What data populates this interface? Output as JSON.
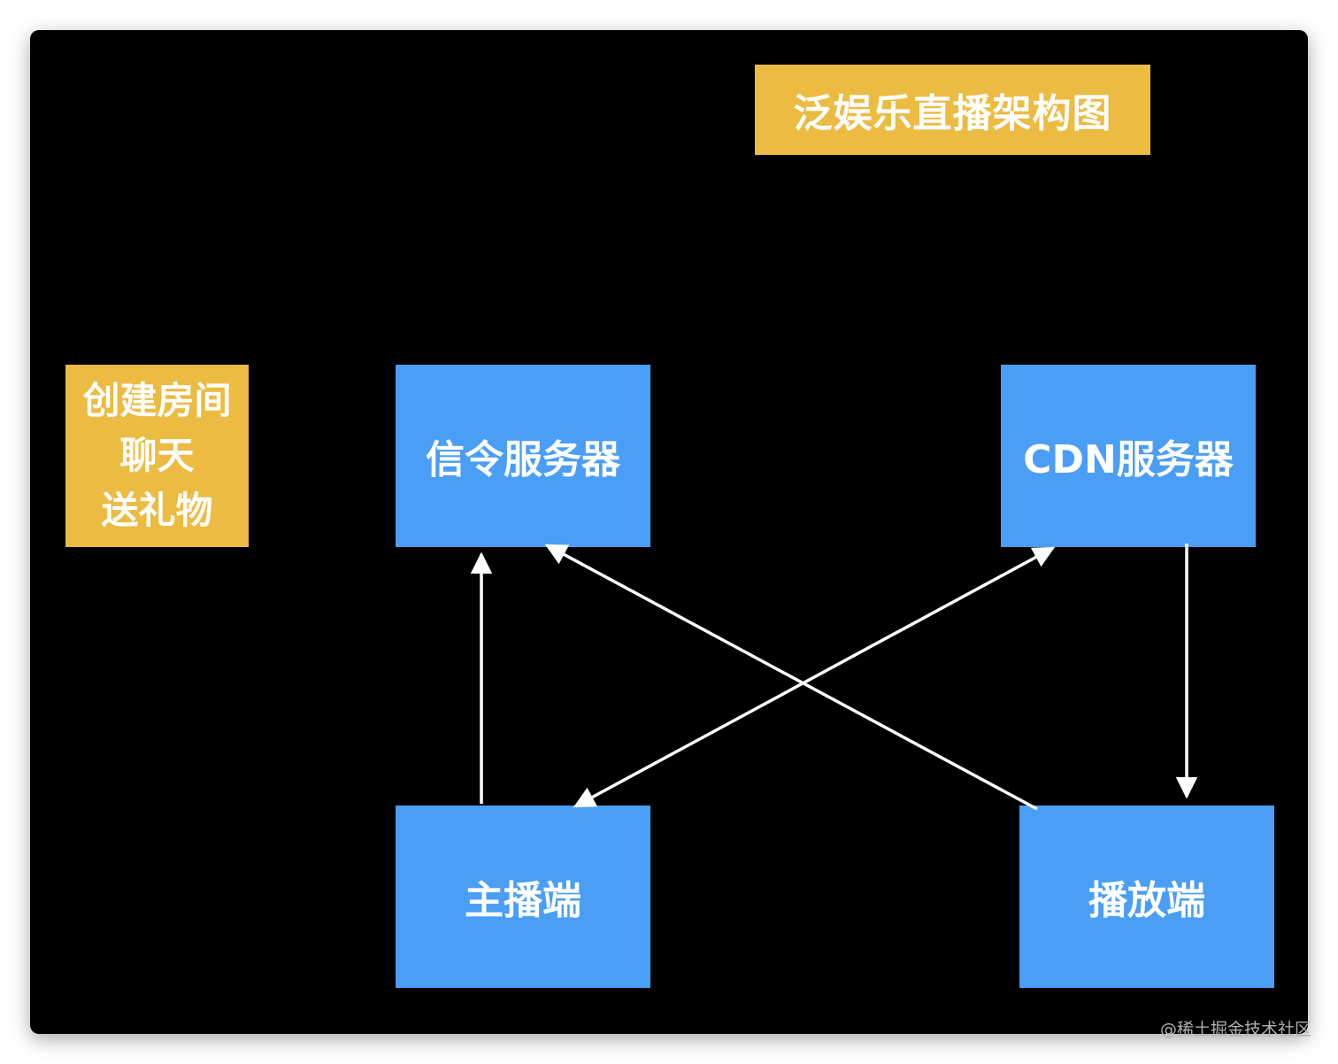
{
  "diagram": {
    "title": "泛娱乐直播架构图",
    "note_lines": [
      "创建房间",
      "聊天",
      "送礼物"
    ],
    "nodes": {
      "signal_server": "信令服务器",
      "cdn_server": "CDN服务器",
      "host_client": "主播端",
      "player_client": "播放端"
    },
    "edges": [
      {
        "from": "host_client",
        "to": "signal_server"
      },
      {
        "from": "player_client",
        "to": "signal_server"
      },
      {
        "from": "host_client",
        "to": "cdn_server",
        "bidirectional": true
      },
      {
        "from": "cdn_server",
        "to": "player_client"
      }
    ]
  },
  "colors": {
    "background": "#000000",
    "node_fill": "#4a9ef5",
    "accent_fill": "#ecbb42",
    "text": "#ffffff",
    "edge": "#ffffff"
  },
  "watermark": "@稀土掘金技术社区"
}
